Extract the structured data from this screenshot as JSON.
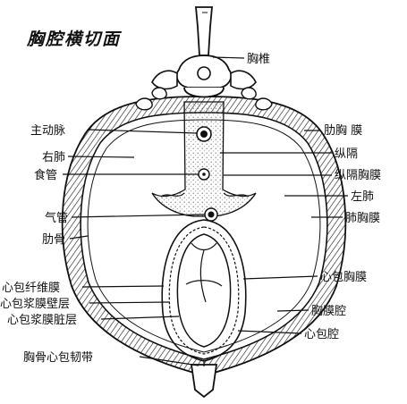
{
  "title": "胸腔横切面",
  "labels": {
    "vertebra": "胸椎",
    "aorta": "主动脉",
    "right_lung": "右肺",
    "esophagus": "食管",
    "trachea": "气管",
    "rib": "肋骨",
    "fibrous_pericardium": "心包纤维膜",
    "parietal_serous_pericardium": "心包浆膜壁层",
    "visceral_serous_pericardium": "心包浆膜脏层",
    "sternopericardial_ligament": "胸骨心包韧带",
    "costal_pleura": "肋胸  膜",
    "mediastinum": "纵隔",
    "mediastinal_pleura": "纵隔胸膜",
    "left_lung": "左肺",
    "pulmonary_pleura": "肺胸膜",
    "pericardial_pleura": "心包胸膜",
    "pleural_cavity": "胸膜腔",
    "pericardial_cavity": "心包腔"
  }
}
